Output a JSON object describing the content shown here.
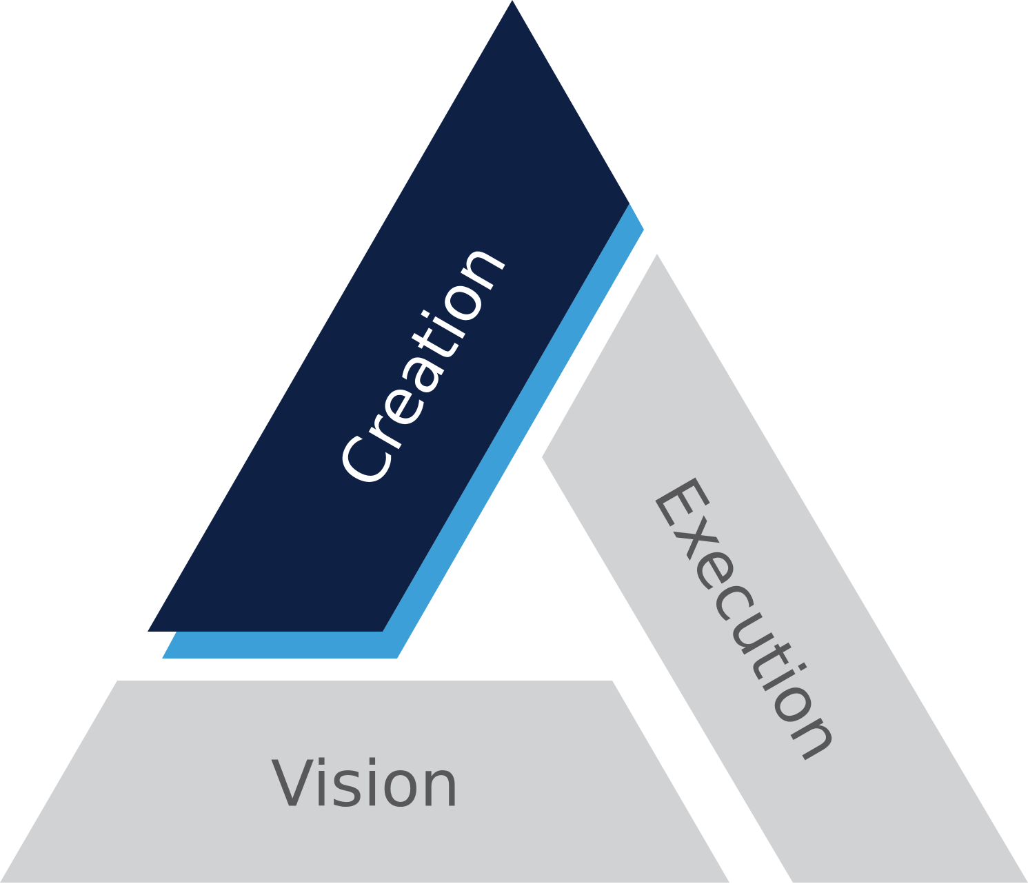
{
  "diagram": {
    "segments": [
      {
        "id": "creation",
        "label": "Creation",
        "fill": "#0E2043",
        "text_color": "#FFFFFF",
        "accent": "#3D9FD8"
      },
      {
        "id": "execution",
        "label": "Execution",
        "fill": "#D1D2D4",
        "text_color": "#58585A"
      },
      {
        "id": "vision",
        "label": "Vision",
        "fill": "#D1D2D4",
        "text_color": "#58585A"
      }
    ]
  }
}
